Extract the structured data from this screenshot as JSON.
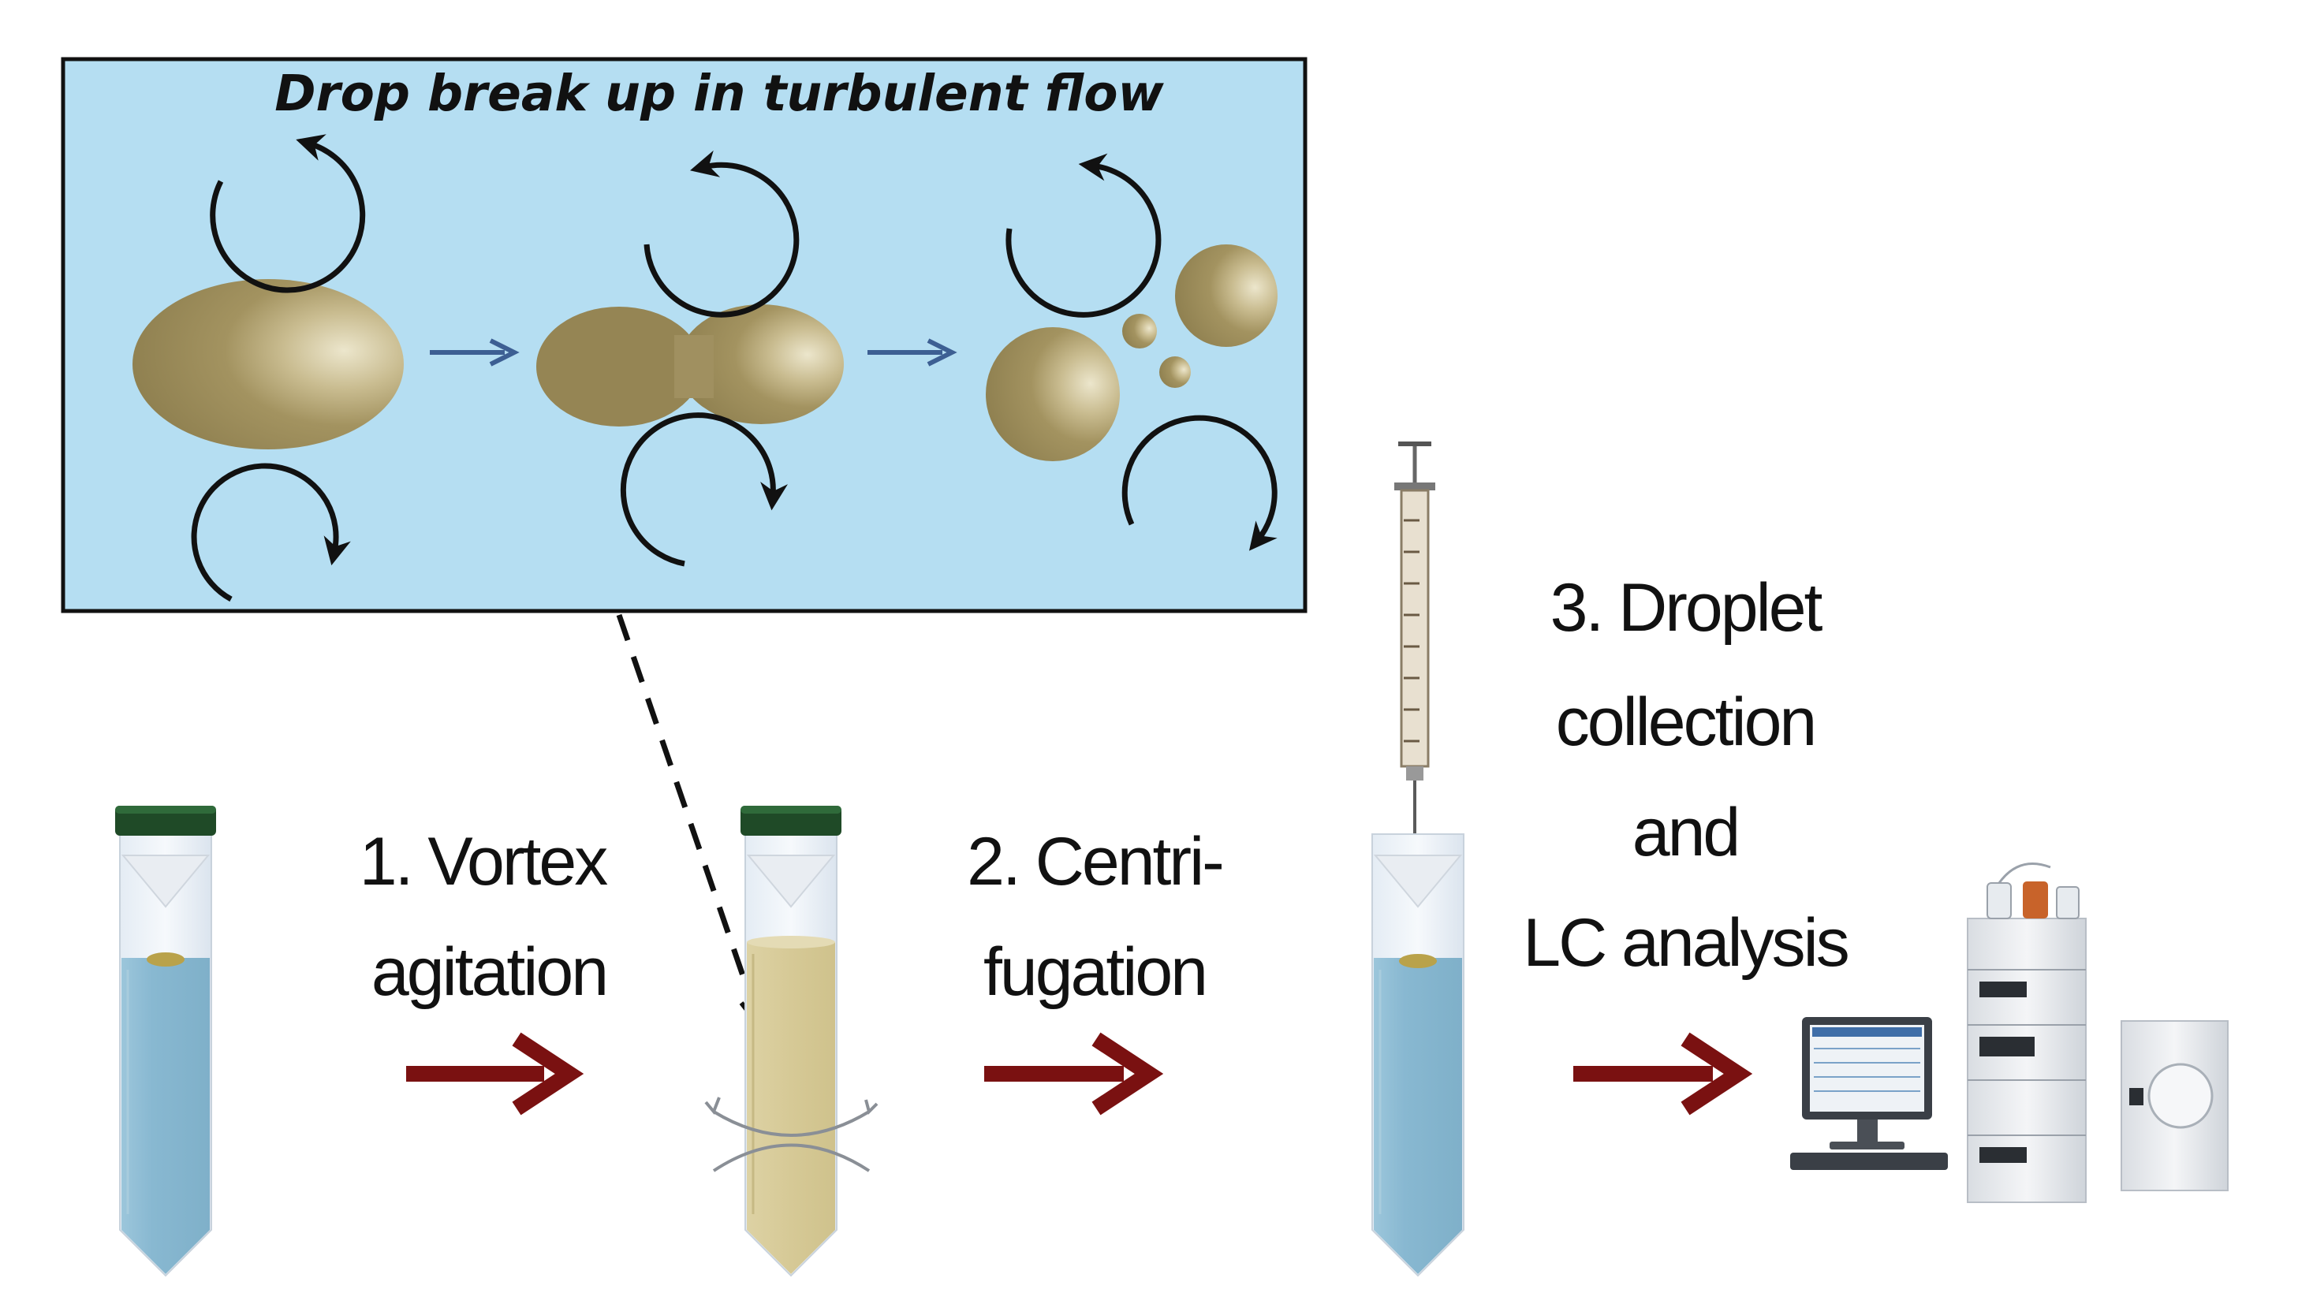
{
  "inset": {
    "title": "Drop break up in turbulent flow"
  },
  "steps": {
    "step1": {
      "line1": "1. Vortex",
      "line2": "agitation"
    },
    "step2": {
      "line1": "2. Centri-",
      "line2": "fugation"
    },
    "step3": {
      "line1": "3. Droplet",
      "line2": "collection",
      "line3": "and",
      "line4": "LC analysis"
    }
  },
  "colors": {
    "inset_background": "#b5def2",
    "droplet": "#9a8a58",
    "droplet_highlight": "#e9e2c6",
    "small_arrow": "#3d5f93",
    "process_arrow": "#7a1111",
    "tube_liquid": "#8dbdd6",
    "tube_cap": "#1f4a27",
    "emulsion": "#d8cc9a"
  },
  "icons": [
    "eddy-arrow-icon",
    "process-arrow-icon",
    "syringe-icon",
    "lc-instrument-icon",
    "computer-icon"
  ]
}
